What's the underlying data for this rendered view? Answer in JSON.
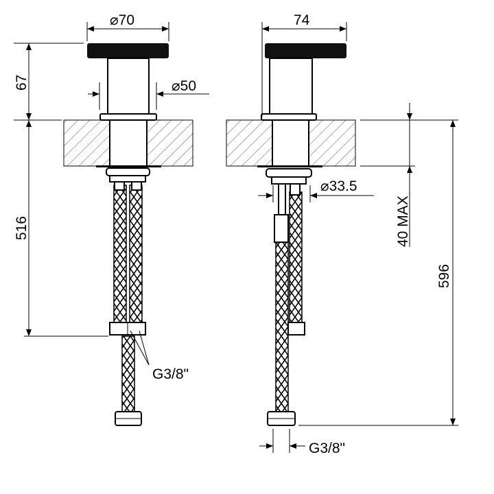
{
  "dimensions": {
    "left_cap_diameter": "⌀70",
    "left_stem_diameter": "⌀50",
    "left_height_above": "67",
    "left_height_below": "516",
    "left_connection": "G3/8\"",
    "right_cap_width": "74",
    "right_thread_diameter": "⌀33.5",
    "right_max_thickness": "40 MAX",
    "right_total_height": "596",
    "right_connection": "G3/8\""
  },
  "colors": {
    "line": "#000000",
    "cap": "#111111",
    "hatch": "#555555"
  }
}
